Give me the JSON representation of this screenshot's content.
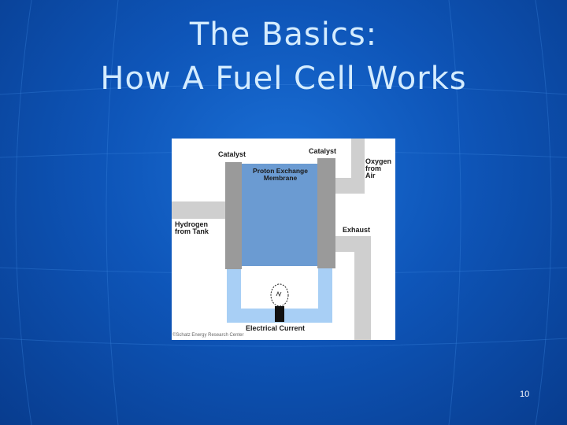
{
  "slide": {
    "title_line1": "The Basics:",
    "title_line2": "How A Fuel Cell Works",
    "page_number": "10"
  },
  "diagram": {
    "labels": {
      "catalyst_left": "Catalyst",
      "catalyst_right": "Catalyst",
      "membrane_line1": "Proton Exchange",
      "membrane_line2": "Membrane",
      "oxygen_line1": "Oxygen",
      "oxygen_line2": "from",
      "oxygen_line3": "Air",
      "hydrogen_line1": "Hydrogen",
      "hydrogen_line2": "from Tank",
      "exhaust": "Exhaust",
      "current": "Electrical Current",
      "copyright": "©Schatz Energy Research Center"
    },
    "colors": {
      "membrane": "#6b9bd2",
      "electrode": "#9a9a9a",
      "circuit": "#a8cff5",
      "gas_pipe": "#cfcfcf"
    }
  }
}
